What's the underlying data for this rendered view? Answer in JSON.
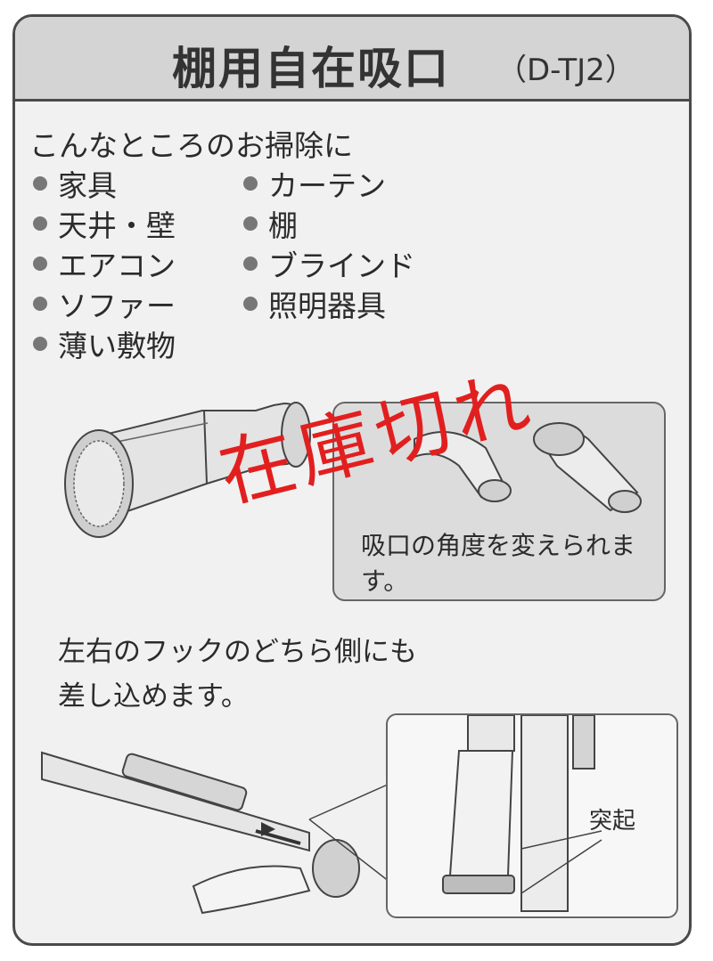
{
  "header": {
    "title": "棚用自在吸口",
    "model": "（D-TJ2）"
  },
  "intro": "こんなところのお掃除に",
  "uses_left": [
    "家具",
    "天井・壁",
    "エアコン",
    "ソファー",
    "薄い敷物"
  ],
  "uses_right": [
    "カーテン",
    "棚",
    "ブラインド",
    "照明器具"
  ],
  "angle_note": "吸口の角度を変えられます。",
  "instruction": [
    "左右のフックのどちら側にも",
    "差し込めます。"
  ],
  "detail_label": "突起",
  "stamp": "在庫切れ",
  "colors": {
    "stamp": "#e21f1f",
    "header": "#d4d4d4",
    "panel": "#dcdcdc"
  },
  "icons": [
    "bullet-dot",
    "nozzle-illustration",
    "hose-hook-illustration"
  ]
}
